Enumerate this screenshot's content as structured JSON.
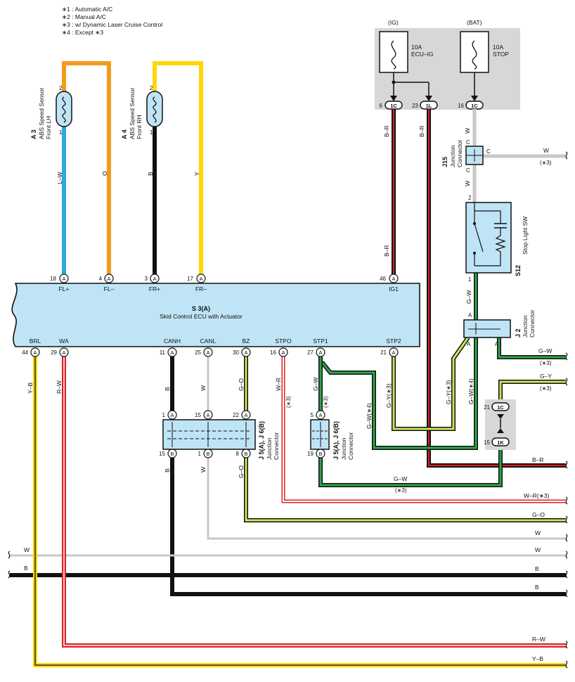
{
  "notes": [
    "∗1 : Automatic A/C",
    "∗2 : Manual A/C",
    "∗3 : w/ Dynamic Laser Cruise Control",
    "∗4 : Except ∗3"
  ],
  "colors": {
    "ecu_fill": "#bfe4f5",
    "fuse_box": "#d7d7d7",
    "wire_lw": "#2fa8e0",
    "wire_o": "#f39a1e",
    "wire_y": "#ffd60a",
    "wire_b": "#111111",
    "wire_r": "#e02020",
    "wire_g": "#2aa84a",
    "wire_w": "#c8c8c8"
  },
  "fuses": [
    {
      "supply": "(IG)",
      "rating": "10A",
      "name": "ECU–IG"
    },
    {
      "supply": "(BAT)",
      "rating": "10A",
      "name": "STOP"
    }
  ],
  "fuse_pins": {
    "ig_1c": {
      "num": "6",
      "label": "1C"
    },
    "ig_1l": {
      "num": "23",
      "label": "1L"
    },
    "bat_1c": {
      "num": "16",
      "label": "1C"
    }
  },
  "sensors": [
    {
      "id": "A 3",
      "lines": [
        "ABS Speed Sensor",
        "Front LH"
      ],
      "pin_top": "2",
      "pin_bottom": "1"
    },
    {
      "id": "A 4",
      "lines": [
        "ABS Speed Sensor",
        "Front RH"
      ],
      "pin_top": "2",
      "pin_bottom": "1"
    }
  ],
  "ecu": {
    "id": "S 3(A)",
    "name": "Skid Control ECU with Actuator",
    "top_pins": [
      {
        "num": "18",
        "label": "FL+"
      },
      {
        "num": "4",
        "label": "FL–"
      },
      {
        "num": "3",
        "label": "FR+"
      },
      {
        "num": "17",
        "label": "FR–"
      },
      {
        "num": "46",
        "label": "IG1"
      }
    ],
    "bottom_pins": [
      {
        "num": "44",
        "label": "BRL"
      },
      {
        "num": "29",
        "label": "WA"
      },
      {
        "num": "11",
        "label": "CANH"
      },
      {
        "num": "25",
        "label": "CANL"
      },
      {
        "num": "30",
        "label": "BZ"
      },
      {
        "num": "16",
        "label": "STPO"
      },
      {
        "num": "27",
        "label": "STP1"
      },
      {
        "num": "21",
        "label": "STP2"
      }
    ],
    "pin_letter": "A"
  },
  "j15": {
    "id": "J15",
    "lines": [
      "Junction",
      "Connector"
    ],
    "pin": "C"
  },
  "stop_sw": {
    "id": "S12",
    "name": "Stop Light SW",
    "pin_top": "2",
    "pin_bottom": "1"
  },
  "j2": {
    "id": "J 2",
    "lines": [
      "Junction",
      "Connector"
    ],
    "pin": "A"
  },
  "j5_big": {
    "id": "J 5(A), J 6(B)",
    "lines": [
      "Junction",
      "Connector"
    ],
    "top": [
      {
        "num": "1",
        "letter": "A"
      },
      {
        "num": "15",
        "letter": "A"
      },
      {
        "num": "22",
        "letter": "A"
      }
    ],
    "bottom": [
      {
        "num": "15",
        "letter": "B"
      },
      {
        "num": "1",
        "letter": "B"
      },
      {
        "num": "8",
        "letter": "B"
      }
    ]
  },
  "j5_small": {
    "id": "J 5(A), J 6(B)",
    "lines": [
      "Junction",
      "Connector"
    ],
    "top": {
      "num": "5",
      "letter": "A"
    },
    "bottom": {
      "num": "19",
      "letter": "B"
    }
  },
  "connector_1c_1k": {
    "top": {
      "num": "21",
      "label": "1C"
    },
    "bottom": {
      "num": "15",
      "label": "1K"
    }
  },
  "wire_labels": {
    "lw": "L–W",
    "o": "O",
    "b_fr": "B",
    "y": "Y",
    "br_top": "B–R",
    "br_mid": "B–R",
    "br_1l": "B–R",
    "w1": "W",
    "w2": "W",
    "c_left": "C",
    "c_right": "C",
    "c_bottom": "C",
    "w_right": "W",
    "s3_star": "(∗3)",
    "sw_pin1_gw": "G–W",
    "yb": "Y–B",
    "rw": "R–W",
    "canh_b": "B",
    "canl_w": "W",
    "bz_go": "G–O",
    "stpo_wr": "W–R",
    "stpo_star": "(∗3)",
    "stp1_gw": "G–W",
    "stp1_star": "(∗3)",
    "gw4_left": "G–W(∗4)",
    "stp2_gy3": "G–Y(∗3)",
    "j2_gy3": "G–Y(∗3)",
    "j2_gw4": "G–W(∗4)",
    "j2_right_gw": "G–W",
    "j2_right_star": "(∗3)",
    "gy_right": "G–Y",
    "gy_star": "(∗3)",
    "j5b_b": "B",
    "j5b_w": "W",
    "j5b_go": "G–O",
    "bottom_gw": "G–W",
    "bottom_gw_star": "(∗3)",
    "left_w": "W",
    "left_b": "B"
  },
  "right_labels": [
    {
      "text": "B–R"
    },
    {
      "text": "W–R(∗3)"
    },
    {
      "text": "G–O"
    },
    {
      "text": "W"
    },
    {
      "text": "W"
    },
    {
      "text": "B"
    },
    {
      "text": "B"
    },
    {
      "text": "R–W"
    },
    {
      "text": "Y–B"
    }
  ]
}
